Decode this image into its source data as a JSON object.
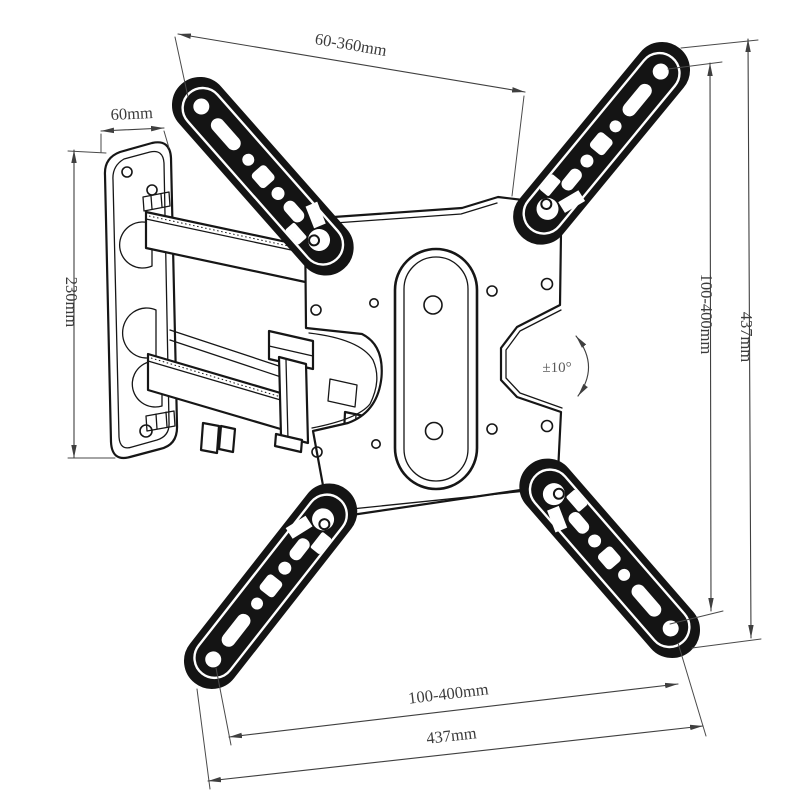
{
  "meta": {
    "subject": "Articulating TV wall mount bracket - dimensioned technical line drawing",
    "background_color": "#ffffff",
    "line_color": "#161616",
    "dimension_color": "#3f3f3f"
  },
  "dimensions": {
    "extension_range": "60-360mm",
    "wall_plate_width": "60mm",
    "wall_plate_height": "230mm",
    "vesa_height_range": "100-400mm",
    "overall_height": "437mm",
    "tilt_range": "±10°",
    "vesa_width_range": "100-400mm",
    "overall_width": "437mm"
  }
}
